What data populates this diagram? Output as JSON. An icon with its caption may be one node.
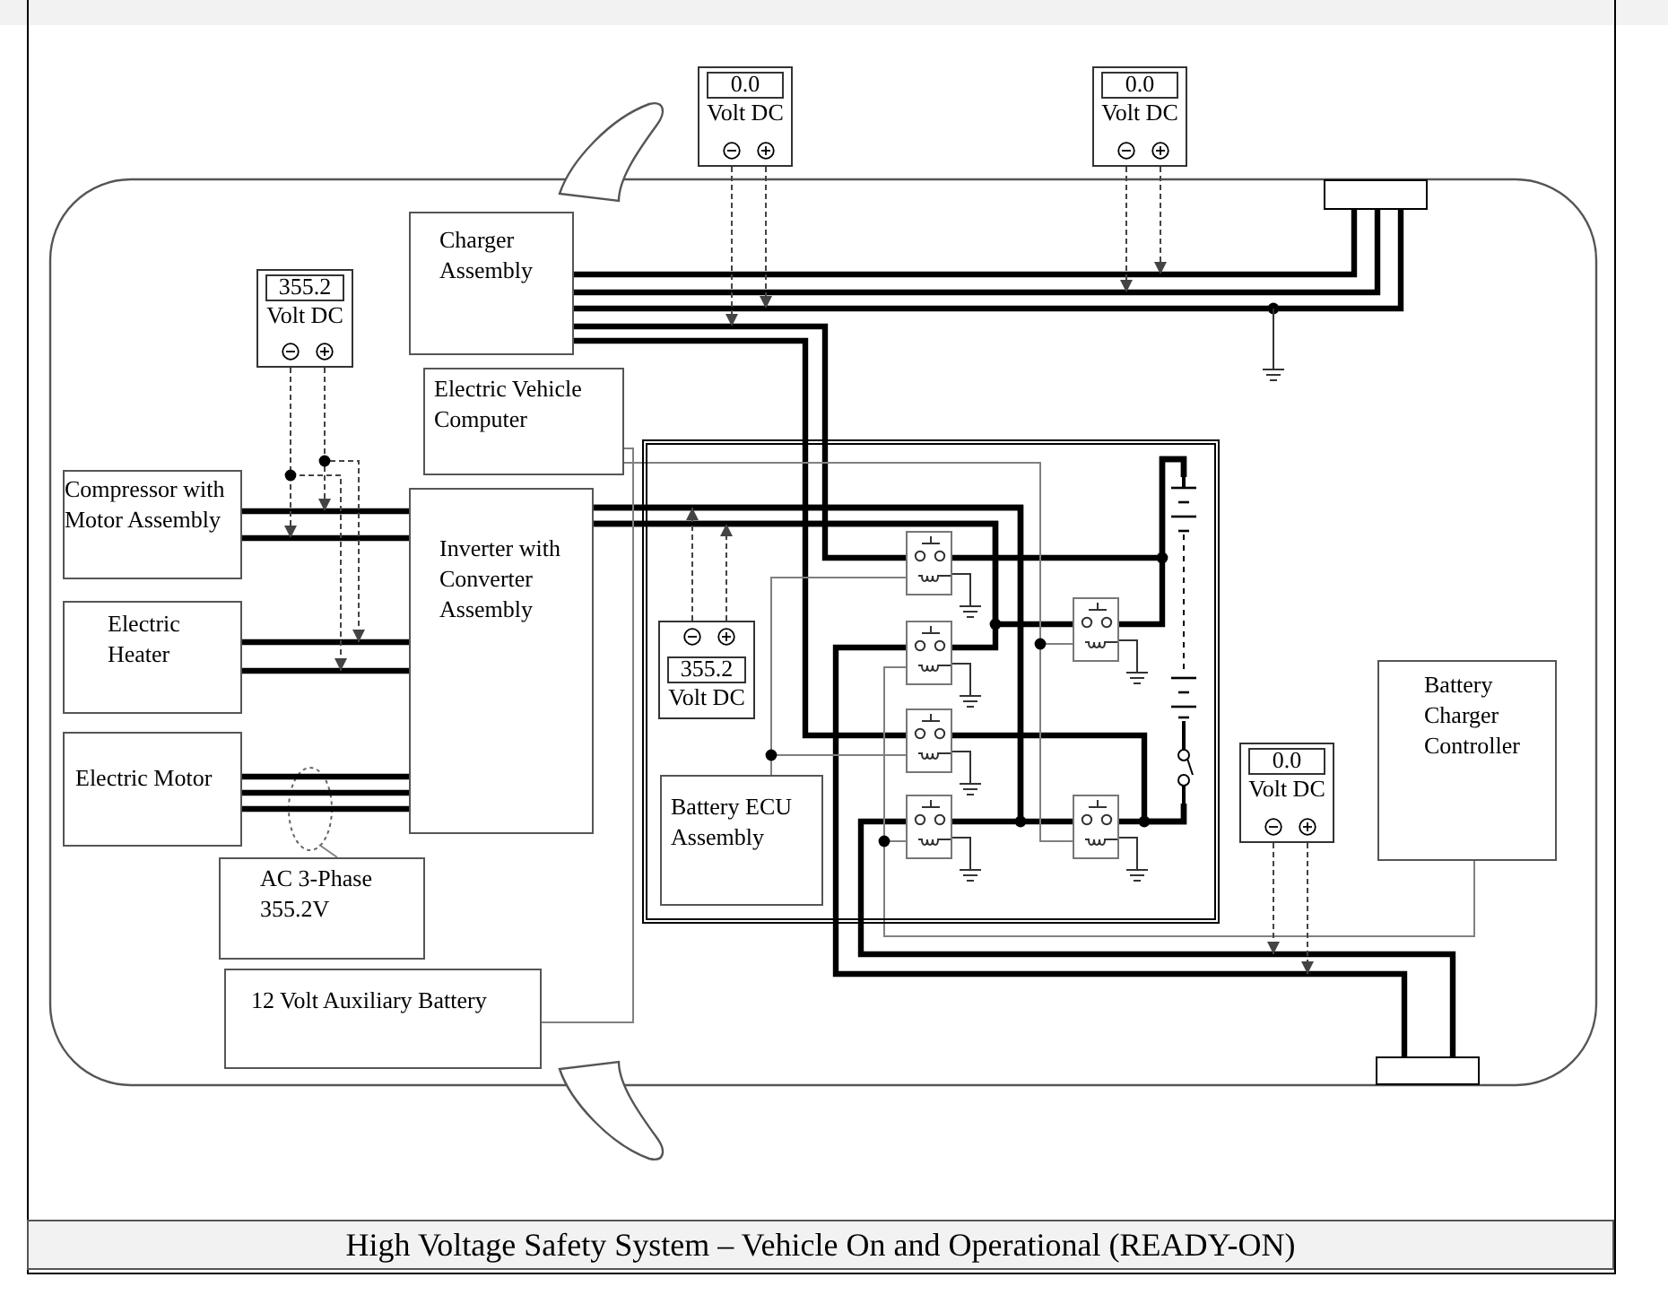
{
  "diagram": {
    "caption": "High Voltage Safety System – Vehicle On and Operational (READY-ON)",
    "nodes": [
      {
        "text": [
          "Charger Assembly"
        ]
      },
      {
        "text": [
          "Electric Vehicle Computer"
        ]
      },
      {
        "text": [
          "Compressor with Motor Assembly"
        ]
      },
      {
        "text": [
          "Electric Heater"
        ]
      },
      {
        "text": [
          "Electric Motor"
        ]
      },
      {
        "text": [
          "Inverter with Converter Assembly"
        ]
      },
      {
        "text": [
          "AC 3-Phase 355.2V"
        ]
      },
      {
        "text": [
          "12 Volt Auxiliary Battery"
        ]
      },
      {
        "text": [],
        "shape": "box"
      },
      {
        "text": [
          "Battery ECU Assembly"
        ],
        "in": 8
      },
      {
        "text": [
          "Battery Charger Controller"
        ]
      },
      {
        "text": [
          "0.0",
          "Volt DC"
        ]
      },
      {
        "text": [
          "0.0",
          "Volt DC"
        ]
      },
      {
        "text": [
          "355.2",
          "Volt DC"
        ]
      },
      {
        "text": [
          "355.2",
          "Volt DC"
        ],
        "in": 8
      },
      {
        "text": [
          "0.0",
          "Volt DC"
        ]
      },
      {
        "text": [],
        "shape": "box"
      },
      {
        "text": [],
        "shape": "box"
      },
      {
        "text": [],
        "shape": "relay",
        "in": 8
      },
      {
        "text": [],
        "shape": "relay",
        "in": 8
      },
      {
        "text": [],
        "shape": "relay",
        "in": 8
      },
      {
        "text": [],
        "shape": "relay",
        "in": 8
      },
      {
        "text": [],
        "shape": "relay",
        "in": 8
      },
      {
        "text": [],
        "shape": "relay",
        "in": 8
      },
      {
        "text": [],
        "shape": "battery",
        "in": 8
      }
    ],
    "edges": [
      {
        "from": 0,
        "to": 16,
        "arrow": "none"
      },
      {
        "from": 0,
        "to": 16,
        "arrow": "none"
      },
      {
        "from": 0,
        "to": 16,
        "arrow": "none"
      },
      {
        "from": 0,
        "to": 18,
        "arrow": "none"
      },
      {
        "from": 0,
        "to": 20,
        "arrow": "none"
      },
      {
        "from": 2,
        "to": 5,
        "arrow": "none"
      },
      {
        "from": 2,
        "to": 5,
        "arrow": "none"
      },
      {
        "from": 3,
        "to": 5,
        "arrow": "none"
      },
      {
        "from": 3,
        "to": 5,
        "arrow": "none"
      },
      {
        "from": 4,
        "to": 5,
        "arrow": "none"
      },
      {
        "from": 4,
        "to": 5,
        "arrow": "none"
      },
      {
        "from": 4,
        "to": 5,
        "arrow": "none"
      },
      {
        "from": 5,
        "to": 19,
        "arrow": "none"
      },
      {
        "from": 5,
        "to": 22,
        "arrow": "none"
      },
      {
        "from": 5,
        "to": 21,
        "arrow": "none"
      },
      {
        "from": 5,
        "to": 23,
        "arrow": "none"
      },
      {
        "from": 18,
        "to": 24,
        "arrow": "none"
      },
      {
        "from": 22,
        "to": 24,
        "arrow": "none"
      },
      {
        "from": 20,
        "to": 24,
        "arrow": "none"
      },
      {
        "from": 23,
        "to": 24,
        "arrow": "none"
      },
      {
        "from": 19,
        "to": 17,
        "arrow": "none"
      },
      {
        "from": 21,
        "to": 17,
        "arrow": "none"
      },
      {
        "from": 1,
        "to": 22,
        "arrow": "none",
        "color": "#808080"
      },
      {
        "from": 1,
        "to": 23,
        "arrow": "none",
        "color": "#808080"
      },
      {
        "from": 1,
        "to": 7,
        "arrow": "none",
        "color": "#808080"
      },
      {
        "from": 9,
        "to": 18,
        "arrow": "none",
        "color": "#808080"
      },
      {
        "from": 9,
        "to": 20,
        "arrow": "none",
        "color": "#808080"
      },
      {
        "from": 10,
        "to": 19,
        "arrow": "none",
        "color": "#808080"
      },
      {
        "from": 10,
        "to": 21,
        "arrow": "none",
        "color": "#808080"
      },
      {
        "from": 6,
        "to": null,
        "arrow": "none",
        "color": "#808080"
      },
      {
        "from": 11,
        "to": null,
        "arrow": "to",
        "style": "dashed"
      },
      {
        "from": 11,
        "to": null,
        "arrow": "to",
        "style": "dashed"
      },
      {
        "from": 12,
        "to": null,
        "arrow": "to",
        "style": "dashed"
      },
      {
        "from": 12,
        "to": null,
        "arrow": "to",
        "style": "dashed"
      },
      {
        "from": 13,
        "to": null,
        "arrow": "to",
        "style": "dashed"
      },
      {
        "from": 13,
        "to": null,
        "arrow": "to",
        "style": "dashed"
      },
      {
        "from": 13,
        "to": null,
        "arrow": "to",
        "style": "dashed"
      },
      {
        "from": 13,
        "to": null,
        "arrow": "to",
        "style": "dashed"
      },
      {
        "from": 14,
        "to": null,
        "arrow": "to",
        "style": "dashed"
      },
      {
        "from": 14,
        "to": null,
        "arrow": "to",
        "style": "dashed"
      },
      {
        "from": 15,
        "to": null,
        "arrow": "to",
        "style": "dashed"
      },
      {
        "from": 15,
        "to": null,
        "arrow": "to",
        "style": "dashed"
      }
    ]
  }
}
